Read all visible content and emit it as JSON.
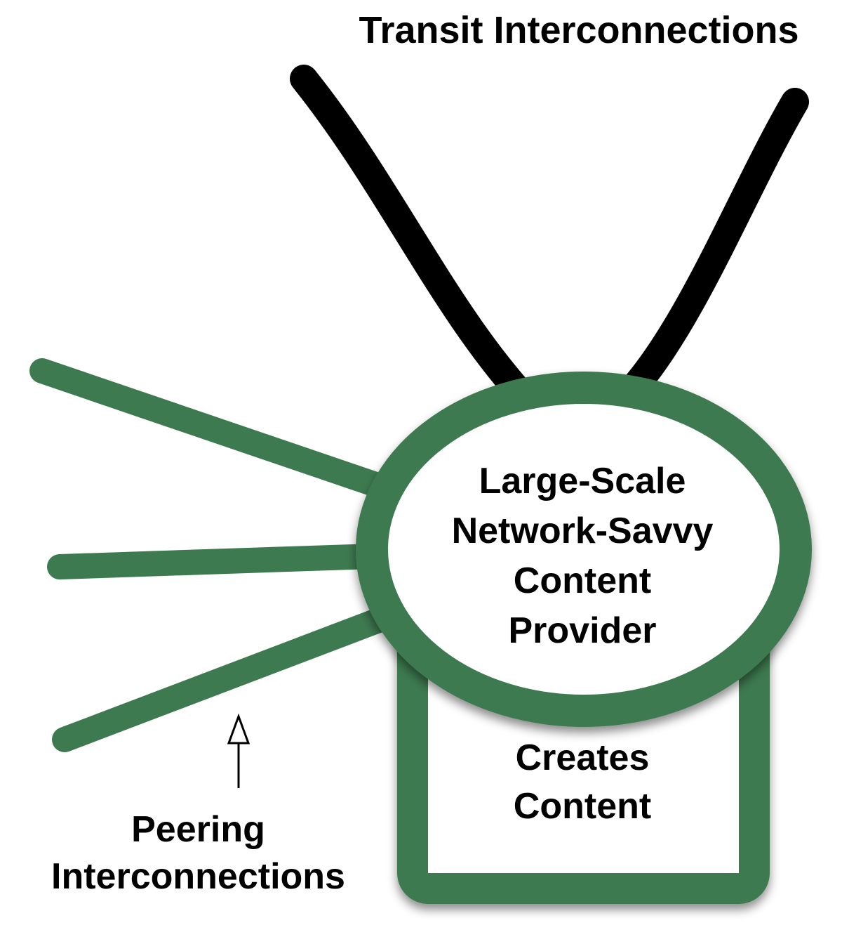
{
  "transit_label": "Transit Interconnections",
  "provider_label": {
    "line1": "Large-Scale",
    "line2": "Network-Savvy",
    "line3": "Content",
    "line4": "Provider"
  },
  "creates_label": {
    "line1": "Creates",
    "line2": "Content"
  },
  "peering_label": {
    "line1": "Peering",
    "line2": "Interconnections"
  },
  "colors": {
    "peering_green": "#3e7a50",
    "transit_black": "#000000",
    "background": "#ffffff"
  }
}
